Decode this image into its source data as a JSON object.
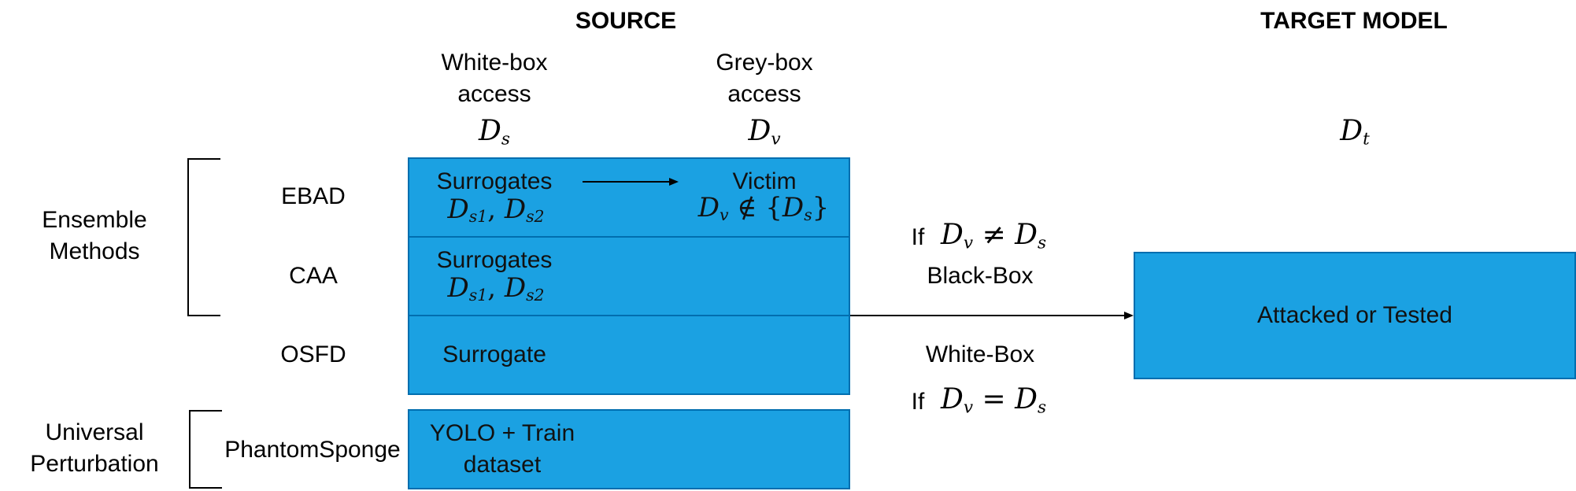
{
  "headers": {
    "source": "SOURCE",
    "target": "TARGET MODEL"
  },
  "columns": {
    "white_box": "White-box access",
    "grey_box": "Grey-box access",
    "ds": {
      "base": "D",
      "sub": "s"
    },
    "dv": {
      "base": "D",
      "sub": "v"
    },
    "dt": {
      "base": "D",
      "sub": "t"
    }
  },
  "groups": {
    "ensemble": "Ensemble Methods",
    "universal": "Universal Perturbation"
  },
  "methods": {
    "ebad": "EBAD",
    "caa": "CAA",
    "osfd": "OSFD",
    "phantom": "PhantomSponge"
  },
  "source_cells": {
    "ebad_surrogates": "Surrogates",
    "ebad_formula": {
      "b1": "D",
      "s1": "s1",
      "sep": ", ",
      "b2": "D",
      "s2": "s2"
    },
    "ebad_victim": "Victim",
    "victim_formula": {
      "b1": "D",
      "s1": "v",
      "op": " ∉ {",
      "b2": "D",
      "s2": "s",
      "close": "}"
    },
    "caa_surrogates": "Surrogates",
    "caa_formula": {
      "b1": "D",
      "s1": "s1",
      "sep": ", ",
      "b2": "D",
      "s2": "s2"
    },
    "osfd_surrogate": "Surrogate",
    "phantom_text": "YOLO + Train dataset"
  },
  "conditions": {
    "if_label_1": "If",
    "neq_formula": {
      "b1": "D",
      "s1": "v",
      "op": " ≠ ",
      "b2": "D",
      "s2": "s"
    },
    "black_box": "Black-Box",
    "white_box": "White-Box",
    "if_label_2": "If",
    "eq_formula": {
      "b1": "D",
      "s1": "v",
      "op": " = ",
      "b2": "D",
      "s2": "s"
    }
  },
  "target": {
    "label": "Attacked or Tested"
  },
  "colors": {
    "box_fill": "#1ba1e2",
    "box_border": "#006eaf",
    "line": "#000000"
  }
}
